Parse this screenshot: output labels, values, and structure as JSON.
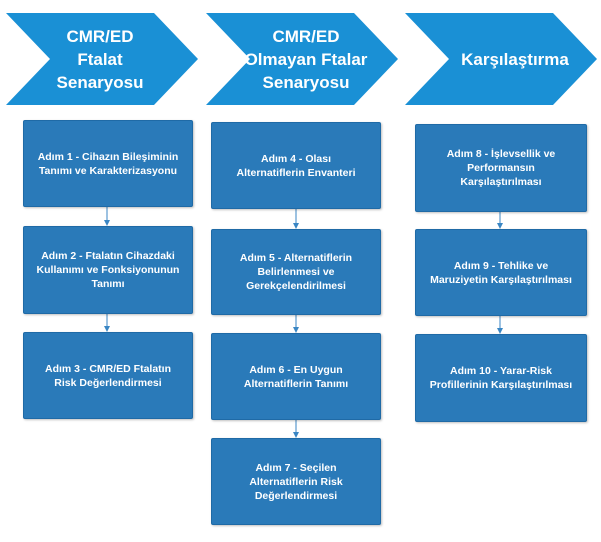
{
  "colors": {
    "chevron": "#1a90d5",
    "box": "#2a7ab9",
    "arrow": "#3a86c4"
  },
  "headers": [
    {
      "lines": [
        "CMR/ED",
        "Ftalat",
        "Senaryosu"
      ]
    },
    {
      "lines": [
        "CMR/ED",
        "Olmayan Ftalar",
        "Senaryosu"
      ]
    },
    {
      "lines": [
        "Karşılaştırma"
      ]
    }
  ],
  "columns": [
    {
      "steps": [
        "Adım 1 - Cihazın Bileşiminin\nTanımı ve Karakterizasyonu",
        "Adım 2 - Ftalatın Cihazdaki\nKullanımı ve Fonksiyonunun\nTanımı",
        "Adım 3 - CMR/ED Ftalatın\nRisk Değerlendirmesi"
      ]
    },
    {
      "steps": [
        "Adım 4 - Olası\nAlternatiflerin Envanteri",
        "Adım 5 - Alternatiflerin\nBelirlenmesi ve\nGerekçelendirilmesi",
        "Adım 6 - En Uygun\nAlternatiflerin Tanımı",
        "Adım 7 - Seçilen\nAlternatiflerin Risk\nDeğerlendirmesi"
      ]
    },
    {
      "steps": [
        "Adım 8 - İşlevsellik ve\nPerformansın\nKarşılaştırılması",
        "Adım 9 - Tehlike ve\nMaruziyetin Karşılaştırılması",
        "Adım 10 - Yarar-Risk\nProfillerinin Karşılaştırılması"
      ]
    }
  ]
}
